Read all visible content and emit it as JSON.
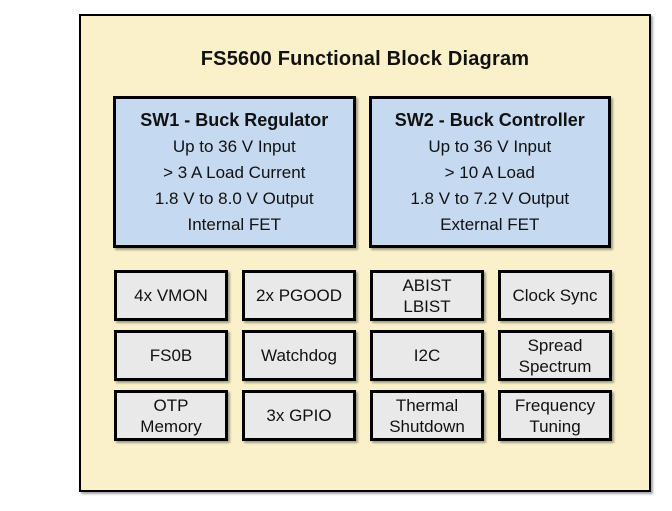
{
  "title": "FS5600 Functional Block Diagram",
  "colors": {
    "page_bg": "#ffffff",
    "panel_bg": "#faf1cb",
    "feature_bg": "#c5d9f1",
    "block_bg": "#e9e9e9",
    "border_color": "#000000",
    "text_color": "#111111"
  },
  "feature_boxes": [
    {
      "title": "SW1 - Buck Regulator",
      "lines": [
        "Up to 36 V Input",
        "> 3 A Load Current",
        "1.8 V to 8.0 V Output",
        "Internal FET"
      ]
    },
    {
      "title": "SW2 - Buck Controller",
      "lines": [
        "Up to 36 V Input",
        "> 10 A Load",
        "1.8 V to 7.2 V Output",
        "External FET"
      ]
    }
  ],
  "blocks": [
    [
      "4x VMON",
      "2x PGOOD",
      "ABIST\nLBIST",
      "Clock Sync"
    ],
    [
      "FS0B",
      "Watchdog",
      "I2C",
      "Spread\nSpectrum"
    ],
    [
      "OTP\nMemory",
      "3x GPIO",
      "Thermal\nShutdown",
      "Frequency\nTuning"
    ]
  ]
}
